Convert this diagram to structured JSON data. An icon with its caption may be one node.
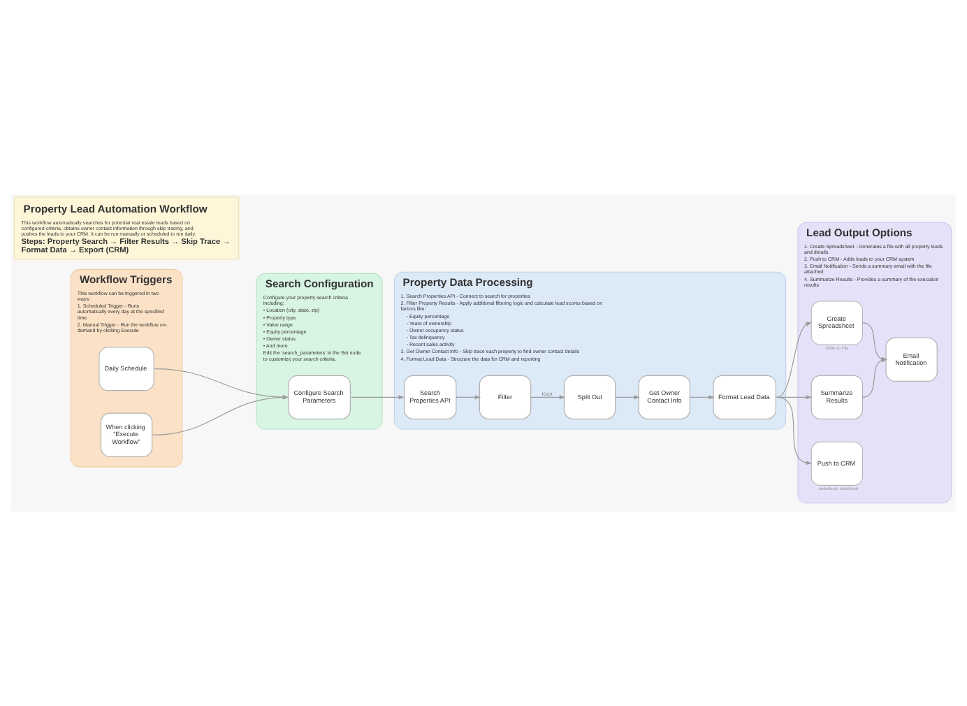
{
  "diagram": {
    "nodes": [
      {
        "text": [
          "Property Lead Automation Workflow",
          "This workflow automatically searches for potential real estate leads based on configured criteria, obtains owner contact information through skip tracing, and pushes the leads to your CRM. It can be run manually or scheduled to run daily.",
          "Steps: Property Search → Filter Results → Skip Trace → Format Data → Export (CRM)"
        ]
      },
      {
        "text": [
          "Workflow Triggers",
          "This workflow can be triggered in two ways:",
          "1. Scheduled Trigger - Runs automatically every day at the specified time",
          "2. Manual Trigger - Run the workflow on-demand by clicking Execute"
        ]
      },
      {
        "text": [
          "Daily Schedule"
        ],
        "in": 1
      },
      {
        "text": [
          "When clicking \"Execute Workflow\""
        ],
        "in": 1
      },
      {
        "text": [
          "Search Configuration",
          "Configure your property search criteria including:",
          "• Location (city, state, zip)",
          "• Property type",
          "• Value range",
          "• Equity percentage",
          "• Owner status",
          "• And more",
          "Edit the 'search_parameters' in the Set node to customize your search criteria."
        ]
      },
      {
        "text": [
          "Configure Search Parameters"
        ],
        "in": 4
      },
      {
        "text": [
          "Property Data Processing",
          "1. Search Properties API - Connect to search for properties",
          "2. Filter Property Results - Apply additional filtering logic and calculate lead scores based on factors like:",
          "◦ Equity percentage",
          "◦ Years of ownership",
          "◦ Owner occupancy status",
          "◦ Tax delinquency",
          "◦ Recent sales activity",
          "3. Get Owner Contact Info - Skip trace each property to find owner contact details",
          "4. Format Lead Data - Structure the data for CRM and reporting"
        ]
      },
      {
        "text": [
          "Search Properties API"
        ],
        "in": 6
      },
      {
        "text": [
          "Filter"
        ],
        "in": 6
      },
      {
        "text": [
          "Split Out"
        ],
        "in": 6
      },
      {
        "text": [
          "Get Owner Contact Info"
        ],
        "in": 6
      },
      {
        "text": [
          "Format Lead Data"
        ],
        "in": 6
      },
      {
        "text": [
          "Lead Output Options",
          "1. Create Spreadsheet - Generates a file with all property leads and details.",
          "2. Push to CRM - Adds leads to your CRM system",
          "3. Email Notification - Sends a summary email with the file attached",
          "4. Summarize Results - Provides a summary of the execution results"
        ]
      },
      {
        "text": [
          "Create Spreadsheet"
        ],
        "beside": [
          "Write to File"
        ],
        "in": 12
      },
      {
        "text": [
          "Summarize Results"
        ],
        "in": 12
      },
      {
        "text": [
          "Email Notification"
        ],
        "in": 12
      },
      {
        "text": [
          "Push to CRM"
        ],
        "beside": [
          "undefined: undefined"
        ],
        "in": 12
      }
    ],
    "edges": [
      {
        "from": 2,
        "to": 5,
        "arrow": "to"
      },
      {
        "from": 3,
        "to": 5,
        "arrow": "to"
      },
      {
        "from": 5,
        "to": 7,
        "arrow": "to"
      },
      {
        "from": 7,
        "to": 8,
        "arrow": "to"
      },
      {
        "from": 8,
        "to": 9,
        "arrow": "to",
        "label": "Kept"
      },
      {
        "from": 9,
        "to": 10,
        "arrow": "to"
      },
      {
        "from": 10,
        "to": 11,
        "arrow": "to"
      },
      {
        "from": 11,
        "to": 13,
        "arrow": "to"
      },
      {
        "from": 11,
        "to": 14,
        "arrow": "to"
      },
      {
        "from": 11,
        "to": 16,
        "arrow": "to"
      },
      {
        "from": 13,
        "to": 15,
        "arrow": "to"
      },
      {
        "from": 14,
        "to": 15,
        "arrow": "to"
      }
    ]
  }
}
